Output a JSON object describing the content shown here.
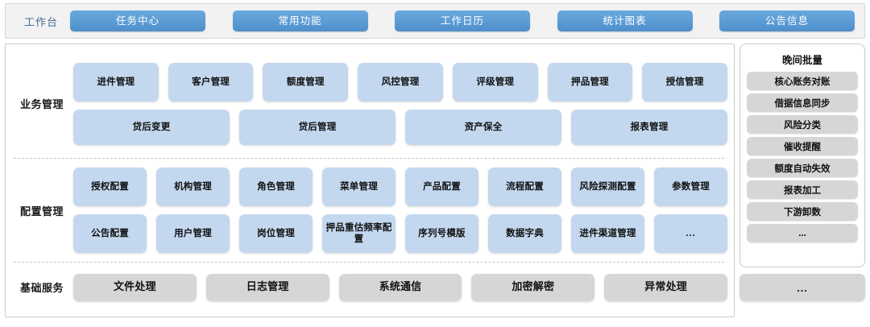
{
  "header": {
    "title": "工作台",
    "tabs": [
      {
        "label": "任务中心"
      },
      {
        "label": "常用功能"
      },
      {
        "label": "工作日历"
      },
      {
        "label": "统计图表"
      },
      {
        "label": "公告信息"
      }
    ]
  },
  "sections": [
    {
      "label": "业务管理",
      "rows": [
        {
          "tiles": [
            {
              "label": "进件管理"
            },
            {
              "label": "客户管理"
            },
            {
              "label": "额度管理"
            },
            {
              "label": "风控管理"
            },
            {
              "label": "评级管理"
            },
            {
              "label": "押品管理"
            },
            {
              "label": "授信管理"
            }
          ]
        },
        {
          "tiles": [
            {
              "label": "贷后变更"
            },
            {
              "label": "贷后管理"
            },
            {
              "label": "资产保全"
            },
            {
              "label": "报表管理"
            }
          ]
        }
      ]
    },
    {
      "label": "配置管理",
      "rows": [
        {
          "tiles": [
            {
              "label": "授权配置"
            },
            {
              "label": "机构管理"
            },
            {
              "label": "角色管理"
            },
            {
              "label": "菜单管理"
            },
            {
              "label": "产品配置"
            },
            {
              "label": "流程配置"
            },
            {
              "label": "风险探测配置"
            },
            {
              "label": "参数管理"
            }
          ]
        },
        {
          "tiles": [
            {
              "label": "公告配置"
            },
            {
              "label": "用户管理"
            },
            {
              "label": "岗位管理"
            },
            {
              "label": "押品重估频率配置"
            },
            {
              "label": "序列号模版"
            },
            {
              "label": "数据字典"
            },
            {
              "label": "进件渠道管理"
            },
            {
              "label": "..."
            }
          ]
        }
      ]
    },
    {
      "label": "基础服务",
      "rows": [
        {
          "tiles": [
            {
              "label": "文件处理"
            },
            {
              "label": "日志管理"
            },
            {
              "label": "系统通信"
            },
            {
              "label": "加密解密"
            },
            {
              "label": "异常处理"
            }
          ]
        }
      ]
    }
  ],
  "right_panel": {
    "title": "晚间批量",
    "items": [
      {
        "label": "核心账务对账"
      },
      {
        "label": "借据信息同步"
      },
      {
        "label": "风险分类"
      },
      {
        "label": "催收提醒"
      },
      {
        "label": "额度自动失效"
      },
      {
        "label": "报表加工"
      },
      {
        "label": "下游卸数"
      },
      {
        "label": "..."
      }
    ],
    "footer": "..."
  },
  "colors": {
    "tab_blue": "#5b9bd5",
    "tile_blue": "#c3d8ef",
    "tile_gray": "#d6d6d6",
    "header_bg": "#f2f2f2",
    "title_text": "#4a6c8f"
  }
}
